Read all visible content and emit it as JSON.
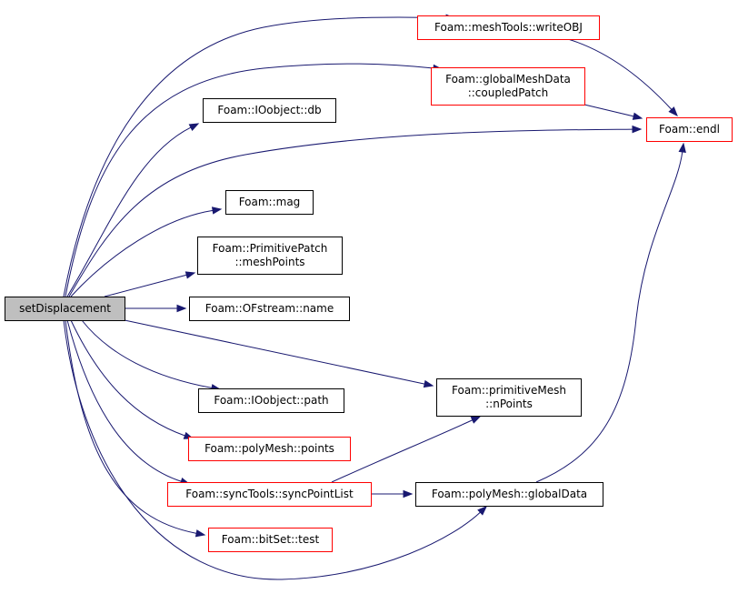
{
  "colors": {
    "edge": "#191970",
    "root_fill": "#bfbfbf",
    "root_border": "#000000",
    "normal_border": "#000000",
    "truncated_border": "#ff0000",
    "node_fill": "#ffffff"
  },
  "nodes": [
    {
      "id": "set_displacement",
      "lines": [
        "setDisplacement"
      ],
      "kind": "root"
    },
    {
      "id": "write_obj",
      "lines": [
        "Foam::meshTools::writeOBJ"
      ],
      "kind": "truncated"
    },
    {
      "id": "coupled_patch",
      "lines": [
        "Foam::globalMeshData",
        "::coupledPatch"
      ],
      "kind": "truncated"
    },
    {
      "id": "ioobject_db",
      "lines": [
        "Foam::IOobject::db"
      ],
      "kind": "normal"
    },
    {
      "id": "endl",
      "lines": [
        "Foam::endl"
      ],
      "kind": "truncated"
    },
    {
      "id": "mag",
      "lines": [
        "Foam::mag"
      ],
      "kind": "normal"
    },
    {
      "id": "mesh_points",
      "lines": [
        "Foam::PrimitivePatch",
        "::meshPoints"
      ],
      "kind": "normal"
    },
    {
      "id": "ofstream_name",
      "lines": [
        "Foam::OFstream::name"
      ],
      "kind": "normal"
    },
    {
      "id": "n_points",
      "lines": [
        "Foam::primitiveMesh",
        "::nPoints"
      ],
      "kind": "normal"
    },
    {
      "id": "ioobject_path",
      "lines": [
        "Foam::IOobject::path"
      ],
      "kind": "normal"
    },
    {
      "id": "polymesh_points",
      "lines": [
        "Foam::polyMesh::points"
      ],
      "kind": "truncated"
    },
    {
      "id": "sync_point_list",
      "lines": [
        "Foam::syncTools::syncPointList"
      ],
      "kind": "truncated"
    },
    {
      "id": "global_data",
      "lines": [
        "Foam::polyMesh::globalData"
      ],
      "kind": "normal"
    },
    {
      "id": "bitset_test",
      "lines": [
        "Foam::bitSet::test"
      ],
      "kind": "truncated"
    }
  ],
  "edges": [
    {
      "from": "set_displacement",
      "to": "write_obj"
    },
    {
      "from": "set_displacement",
      "to": "coupled_patch"
    },
    {
      "from": "set_displacement",
      "to": "ioobject_db"
    },
    {
      "from": "set_displacement",
      "to": "endl"
    },
    {
      "from": "set_displacement",
      "to": "mag"
    },
    {
      "from": "set_displacement",
      "to": "mesh_points"
    },
    {
      "from": "set_displacement",
      "to": "ofstream_name"
    },
    {
      "from": "set_displacement",
      "to": "n_points"
    },
    {
      "from": "set_displacement",
      "to": "ioobject_path"
    },
    {
      "from": "set_displacement",
      "to": "polymesh_points"
    },
    {
      "from": "set_displacement",
      "to": "sync_point_list"
    },
    {
      "from": "set_displacement",
      "to": "bitset_test"
    },
    {
      "from": "set_displacement",
      "to": "global_data"
    },
    {
      "from": "write_obj",
      "to": "endl"
    },
    {
      "from": "coupled_patch",
      "to": "endl"
    },
    {
      "from": "sync_point_list",
      "to": "n_points"
    },
    {
      "from": "sync_point_list",
      "to": "global_data"
    },
    {
      "from": "global_data",
      "to": "endl"
    }
  ]
}
